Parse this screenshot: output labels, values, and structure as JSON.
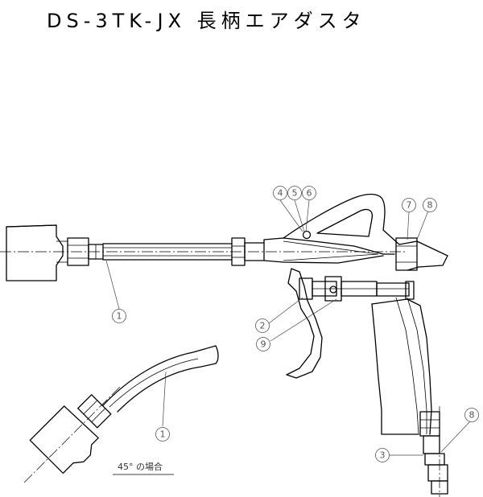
{
  "title": "DS-3TK-JX 長柄エアダスタ",
  "caption": "45° の場合",
  "balloons": [
    {
      "id": "b4",
      "label": "4"
    },
    {
      "id": "b5",
      "label": "5"
    },
    {
      "id": "b6",
      "label": "6"
    },
    {
      "id": "b7",
      "label": "7"
    },
    {
      "id": "b8a",
      "label": "8"
    },
    {
      "id": "b1a",
      "label": "1"
    },
    {
      "id": "b2",
      "label": "2"
    },
    {
      "id": "b9",
      "label": "9"
    },
    {
      "id": "b1b",
      "label": "1"
    },
    {
      "id": "b8b",
      "label": "8"
    },
    {
      "id": "b3",
      "label": "3"
    }
  ]
}
